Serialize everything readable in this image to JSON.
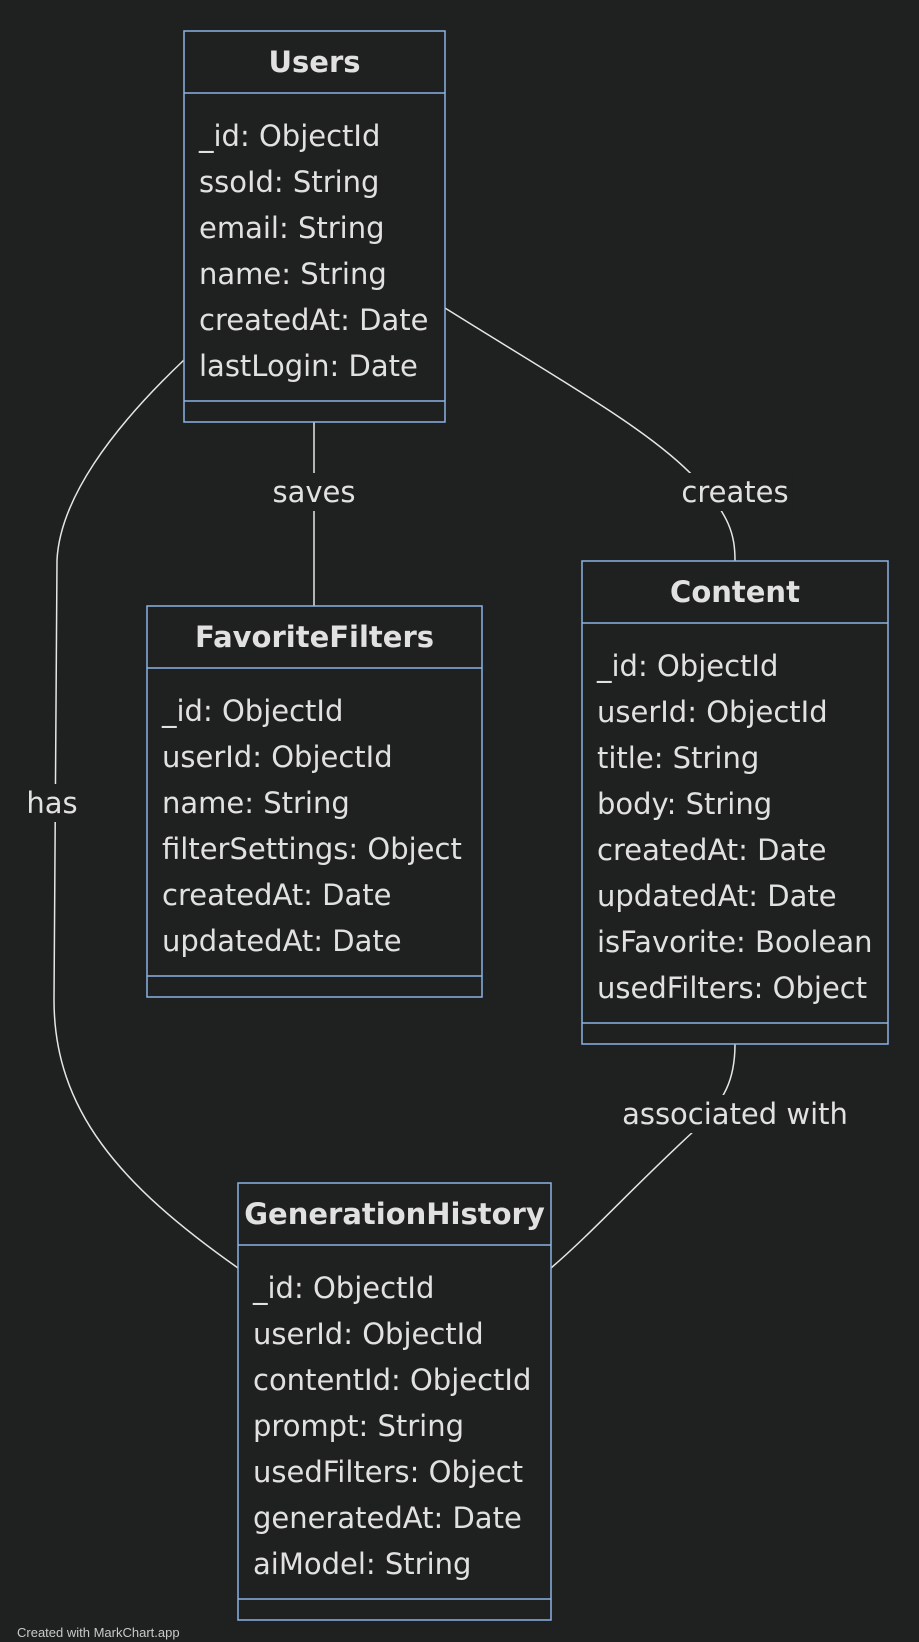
{
  "classes": [
    {
      "id": "users",
      "name": "Users",
      "attributes": [
        "_id: ObjectId",
        "ssoId: String",
        "email: String",
        "name: String",
        "createdAt: Date",
        "lastLogin: Date"
      ]
    },
    {
      "id": "favoritefilters",
      "name": "FavoriteFilters",
      "attributes": [
        "_id: ObjectId",
        "userId: ObjectId",
        "name: String",
        "filterSettings: Object",
        "createdAt: Date",
        "updatedAt: Date"
      ]
    },
    {
      "id": "content",
      "name": "Content",
      "attributes": [
        "_id: ObjectId",
        "userId: ObjectId",
        "title: String",
        "body: String",
        "createdAt: Date",
        "updatedAt: Date",
        "isFavorite: Boolean",
        "usedFilters: Object"
      ]
    },
    {
      "id": "generationhistory",
      "name": "GenerationHistory",
      "attributes": [
        "_id: ObjectId",
        "userId: ObjectId",
        "contentId: ObjectId",
        "prompt: String",
        "usedFilters: Object",
        "generatedAt: Date",
        "aiModel: String"
      ]
    }
  ],
  "relations": [
    {
      "id": "saves",
      "from": "users",
      "to": "favoritefilters",
      "label": "saves"
    },
    {
      "id": "creates",
      "from": "users",
      "to": "content",
      "label": "creates"
    },
    {
      "id": "has",
      "from": "users",
      "to": "generationhistory",
      "label": "has"
    },
    {
      "id": "associated",
      "from": "content",
      "to": "generationhistory",
      "label": "associated with"
    }
  ],
  "watermark": "Created with MarkChart.app",
  "colors": {
    "background": "#1f2020",
    "border": "#8cb3e6",
    "line": "#e6e6e6",
    "text": "#e1e1e1"
  }
}
